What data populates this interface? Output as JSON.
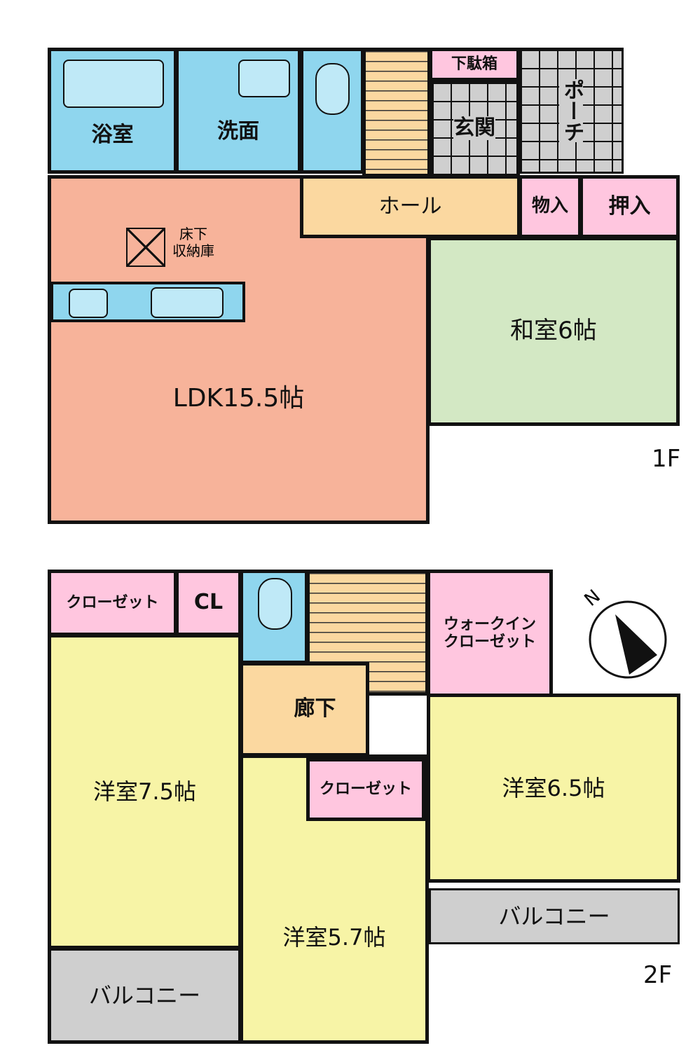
{
  "floor1": {
    "label": "1F",
    "rooms": {
      "bath": "浴室",
      "washroom": "洗面",
      "shoe_closet": "下駄箱",
      "entrance": "玄関",
      "porch": "ポーチ",
      "hall": "ホール",
      "storage": "物入",
      "closet": "押入",
      "underfloor_storage": "床下\n収納庫",
      "ldk": "LDK15.5帖",
      "japanese_room": "和室6帖"
    }
  },
  "floor2": {
    "label": "2F",
    "rooms": {
      "closet_a": "クローゼット",
      "cl": "CL",
      "walk_in_closet": "ウォークイン\nクローゼット",
      "corridor": "廊下",
      "western_75": "洋室7.5帖",
      "closet_b": "クローゼット",
      "western_65": "洋室6.5帖",
      "western_57": "洋室5.7帖",
      "balcony_a": "バルコニー",
      "balcony_b": "バルコニー"
    }
  },
  "compass": {
    "label": "N"
  },
  "colors": {
    "wet_area": "#8fd6ee",
    "ldk": "#f7b39a",
    "hall": "#fbd8a0",
    "storage": "#ffc6df",
    "japanese_room": "#d3e8c4",
    "western_room": "#f7f4a6",
    "exterior": "#cfcfcf"
  }
}
